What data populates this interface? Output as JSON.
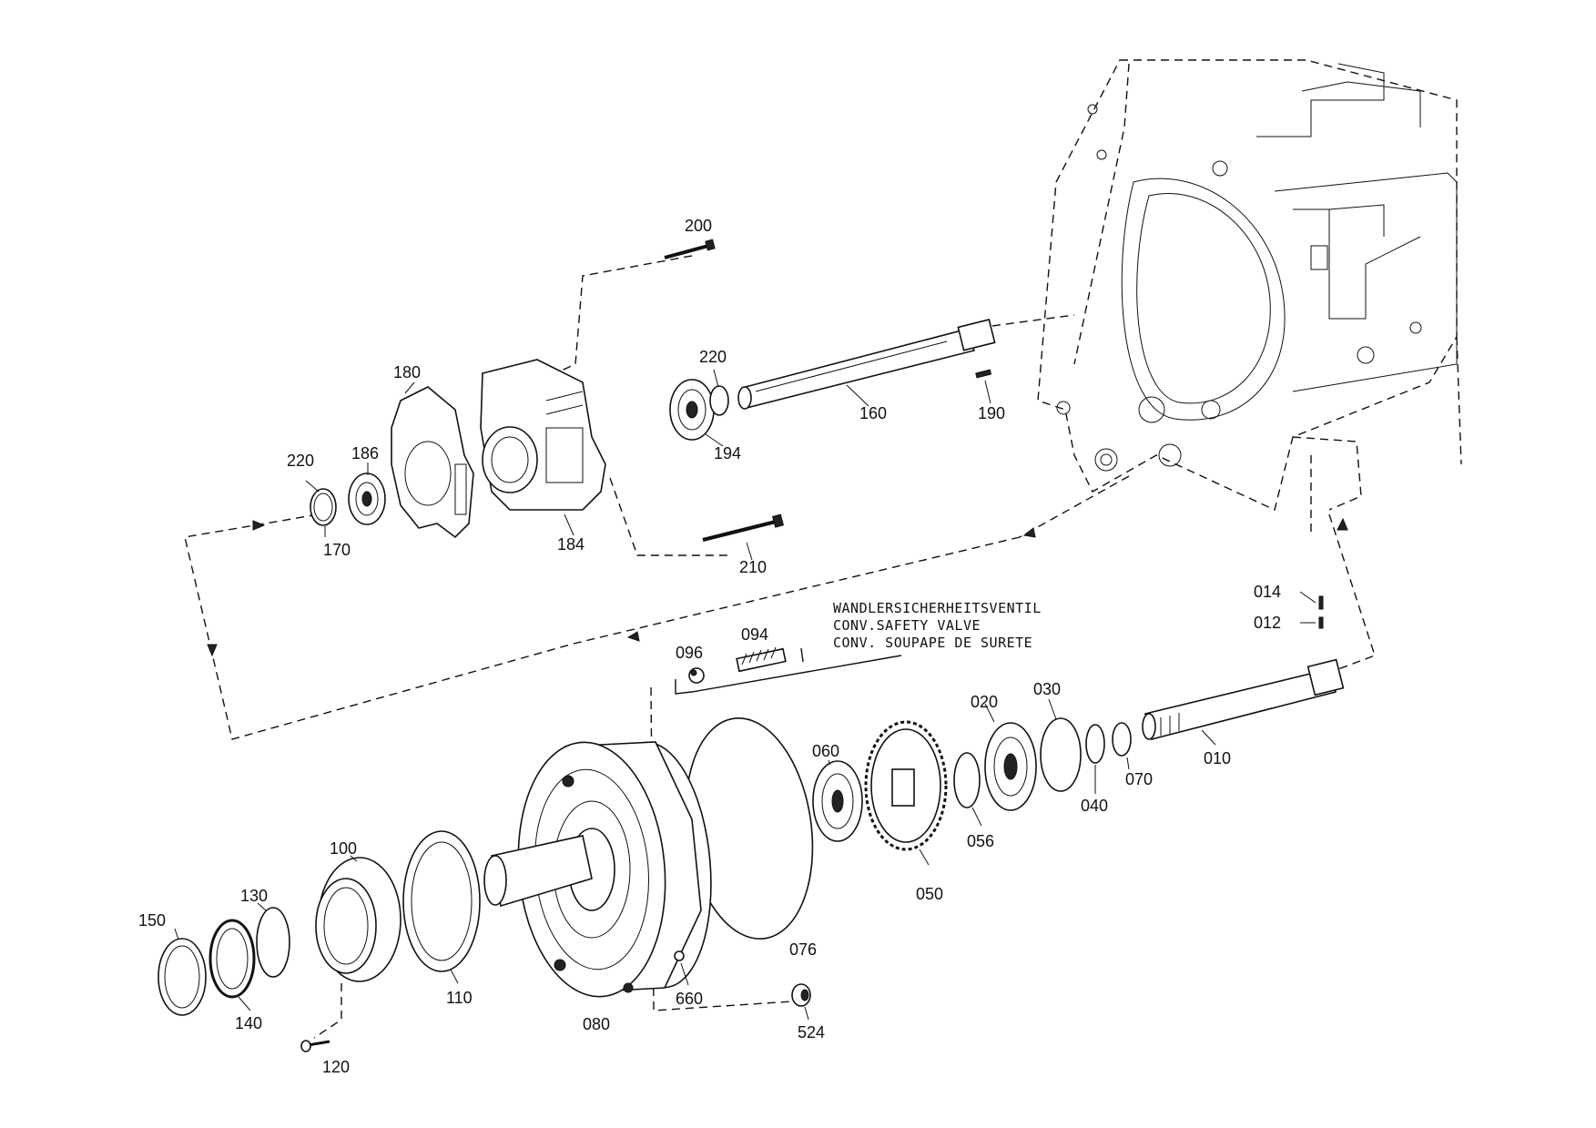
{
  "caption": {
    "line1": "WANDLERSICHERHEITSVENTIL",
    "line2": "CONV.SAFETY VALVE",
    "line3": "CONV. SOUPAPE DE SURETE"
  },
  "labels": {
    "p200": "200",
    "p220a": "220",
    "p180": "180",
    "p160": "160",
    "p190": "190",
    "p220b": "220",
    "p186": "186",
    "p194": "194",
    "p184": "184",
    "p170": "170",
    "p210": "210",
    "p014": "014",
    "p012": "012",
    "p096": "096",
    "p094": "094",
    "p020": "020",
    "p030": "030",
    "p060": "060",
    "p010": "010",
    "p070": "070",
    "p040": "040",
    "p056": "056",
    "p050": "050",
    "p100": "100",
    "p076": "076",
    "p130": "130",
    "p150": "150",
    "p110": "110",
    "p660": "660",
    "p140": "140",
    "p080": "080",
    "p524": "524",
    "p120": "120"
  }
}
